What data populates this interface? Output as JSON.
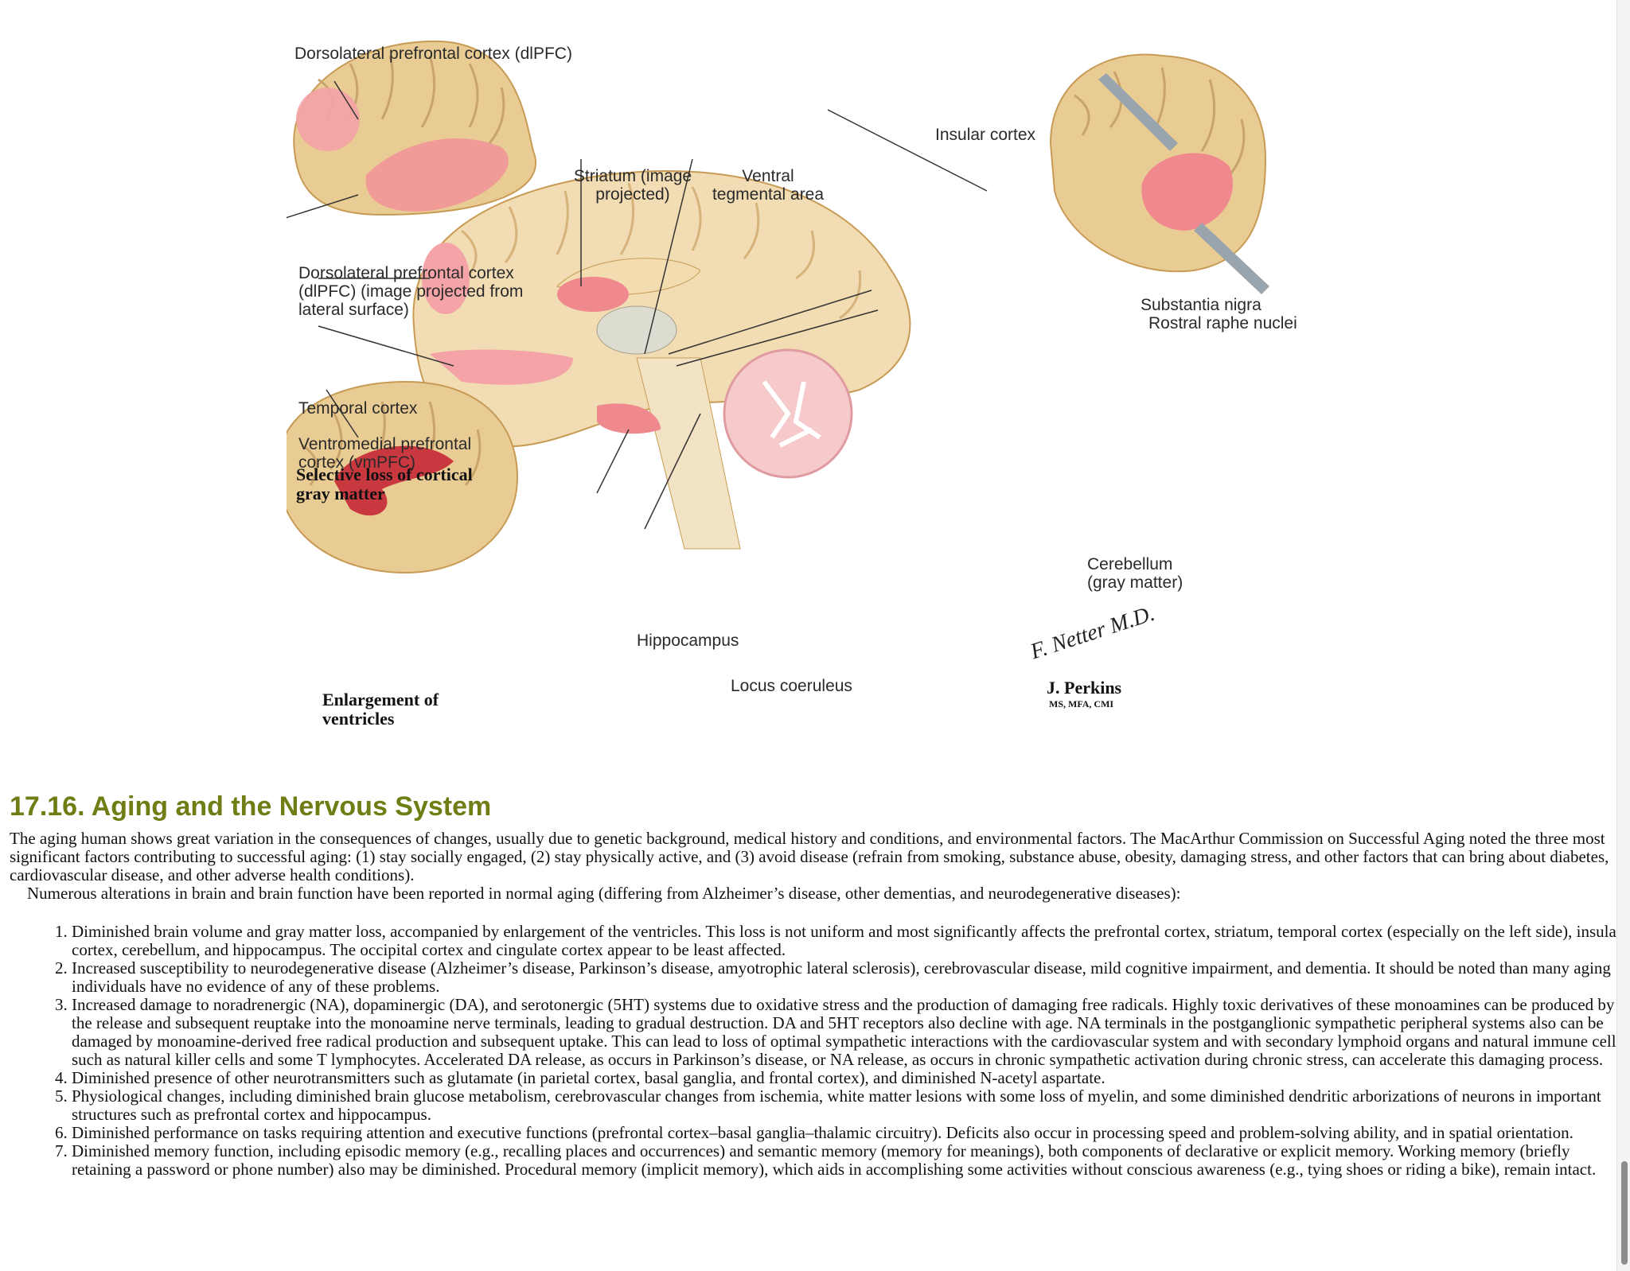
{
  "figure": {
    "labels": {
      "dlpfc_top": "Dorsolateral prefrontal cortex (dlPFC)",
      "temporal": "Temporal cortex",
      "dlpfc_projected": "Dorsolateral prefrontal cortex (dlPFC) (image projected from lateral surface)",
      "vmpfc": "Ventromedial prefrontal cortex (vmPFC)",
      "selective_loss": "Selective loss of cortical gray matter",
      "enlargement": "Enlargement of ventricles",
      "striatum": "Striatum (image projected)",
      "vta": "Ventral tegmental area",
      "insular": "Insular cortex",
      "substantia": "Substantia nigra",
      "raphe": "Rostral raphe nuclei",
      "cerebellum": "Cerebellum (gray matter)",
      "hippocampus": "Hippocampus",
      "locus": "Locus coeruleus"
    },
    "signature": "F. Netter M.D.",
    "artist": "J. Perkins",
    "artist_credentials": "MS, MFA, CMI"
  },
  "section": {
    "title": "17.16. Aging and the Nervous System",
    "intro": "The aging human shows great variation in the consequences of changes, usually due to genetic background, medical history and conditions, and environmental factors. The MacArthur Commission on Successful Aging noted the three most significant factors contributing to successful aging: (1) stay socially engaged, (2) stay physically active, and (3) avoid disease (refrain from smoking, substance abuse, obesity, damaging stress, and other factors that can bring about diabetes, cardiovascular disease, and other adverse health conditions).",
    "lead": "Numerous alterations in brain and brain function have been reported in normal aging (differing from Alzheimer’s disease, other dementias, and neurodegenerative diseases):",
    "items": [
      "Diminished brain volume and gray matter loss, accompanied by enlargement of the ventricles. This loss is not uniform and most significantly affects the prefrontal cortex, striatum, temporal cortex (especially on the left side), insular cortex, cerebellum, and hippocampus. The occipital cortex and cingulate cortex appear to be least affected.",
      "Increased susceptibility to neurodegenerative disease (Alzheimer’s disease, Parkinson’s disease, amyotrophic lateral sclerosis), cerebrovascular disease, mild cognitive impairment, and dementia. It should be noted than many aging individuals have no evidence of any of these problems.",
      "Increased damage to noradrenergic (NA), dopaminergic (DA), and serotonergic (5HT) systems due to oxidative stress and the production of damaging free radicals. Highly toxic derivatives of these monoamines can be produced by the release and subsequent reuptake into the monoamine nerve terminals, leading to gradual destruction. DA and 5HT receptors also decline with age. NA terminals in the postganglionic sympathetic peripheral systems also can be damaged by monoamine-derived free radical production and subsequent uptake. This can lead to loss of optimal sympathetic interactions with the cardiovascular system and with secondary lymphoid organs and natural immune cells such as natural killer cells and some T lymphocytes. Accelerated DA release, as occurs in Parkinson’s disease, or NA release, as occurs in chronic sympathetic activation during chronic stress, can accelerate this damaging process.",
      "Diminished presence of other neurotransmitters such as glutamate (in parietal cortex, basal ganglia, and frontal cortex), and diminished N-acetyl aspartate.",
      "Physiological changes, including diminished brain glucose metabolism, cerebrovascular changes from ischemia, white matter lesions with some loss of myelin, and some diminished dendritic arborizations of neurons in important structures such as prefrontal cortex and hippocampus.",
      "Diminished performance on tasks requiring attention and executive functions (prefrontal cortex–basal ganglia–thalamic circuitry). Deficits also occur in processing speed and problem-solving ability, and in spatial orientation.",
      "Diminished memory function, including episodic memory (e.g., recalling places and occurrences) and semantic memory (memory for meanings), both components of declarative or explicit memory. Working memory (briefly retaining a password or phone number) also may be diminished. Procedural memory (implicit memory), which aids in accomplishing some activities without conscious awareness (e.g., tying shoes or riding a bike), remain intact."
    ]
  },
  "colors": {
    "title": "#6f7d14",
    "brain_tan": "#e9cc93",
    "highlight_pink": "#f2a0a3",
    "ventricle_red": "#c9383f"
  }
}
